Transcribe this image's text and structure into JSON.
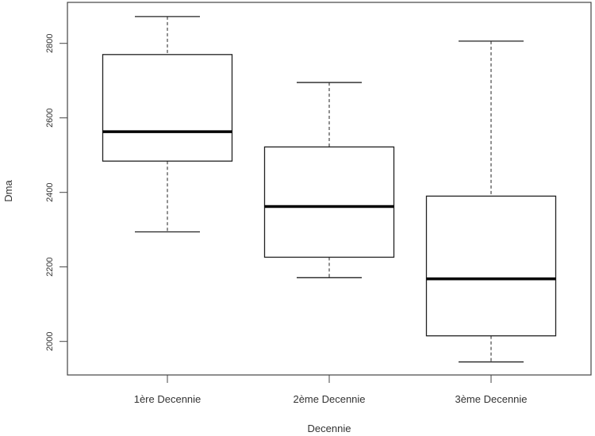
{
  "chart_data": {
    "type": "boxplot",
    "title": "",
    "xlabel": "Decennie",
    "ylabel": "Dma",
    "ylim": [
      1910,
      2910
    ],
    "yticks": [
      2000,
      2200,
      2400,
      2600,
      2800
    ],
    "ytick_labels": [
      "2000",
      "2200",
      "2400",
      "2600",
      "2800"
    ],
    "grid": false,
    "categories": [
      "1ère Decennie",
      "2ème Decennie",
      "3ème Decennie"
    ],
    "boxes": [
      {
        "name": "1ère Decennie",
        "whisker_low": 2294,
        "q1": 2484,
        "median": 2563,
        "q3": 2770,
        "whisker_high": 2872
      },
      {
        "name": "2ème Decennie",
        "whisker_low": 2171,
        "q1": 2226,
        "median": 2362,
        "q3": 2522,
        "whisker_high": 2695
      },
      {
        "name": "3ème Decennie",
        "whisker_low": 1945,
        "q1": 2015,
        "median": 2168,
        "q3": 2390,
        "whisker_high": 2806
      }
    ]
  }
}
